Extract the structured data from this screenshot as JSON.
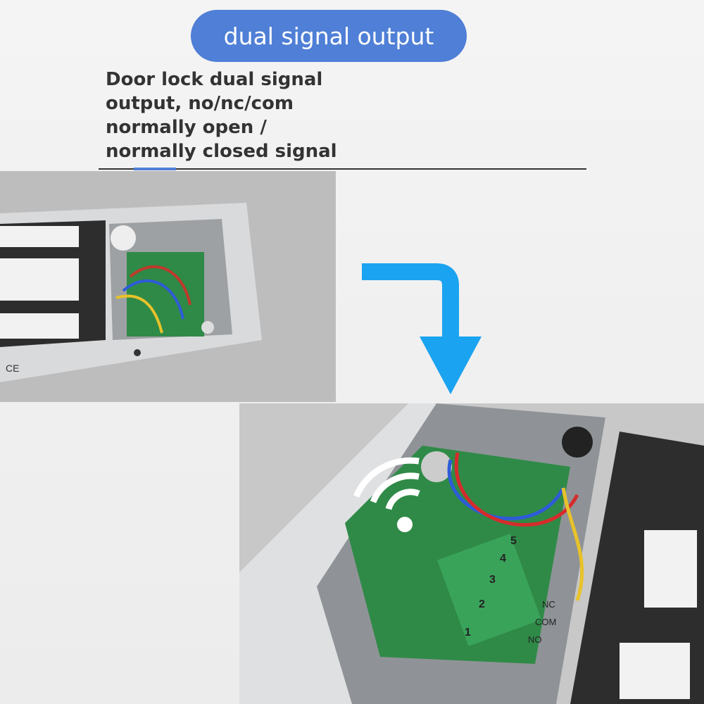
{
  "header": {
    "title": "dual signal output"
  },
  "description": {
    "lines": [
      "Door lock dual signal",
      "output, no/nc/com",
      "normally open /",
      "normally closed signal"
    ]
  },
  "colors": {
    "accent": "#4f7fd6",
    "arrow": "#1aa3f0"
  },
  "photo_top": {
    "label": "CE"
  },
  "photo_bottom": {
    "terminal_labels": [
      "1",
      "2",
      "3",
      "4",
      "5"
    ],
    "side_labels": [
      "NC",
      "COM",
      "NO"
    ]
  },
  "icons": [
    "arrow-down-right-icon",
    "wireless-signal-icon"
  ]
}
